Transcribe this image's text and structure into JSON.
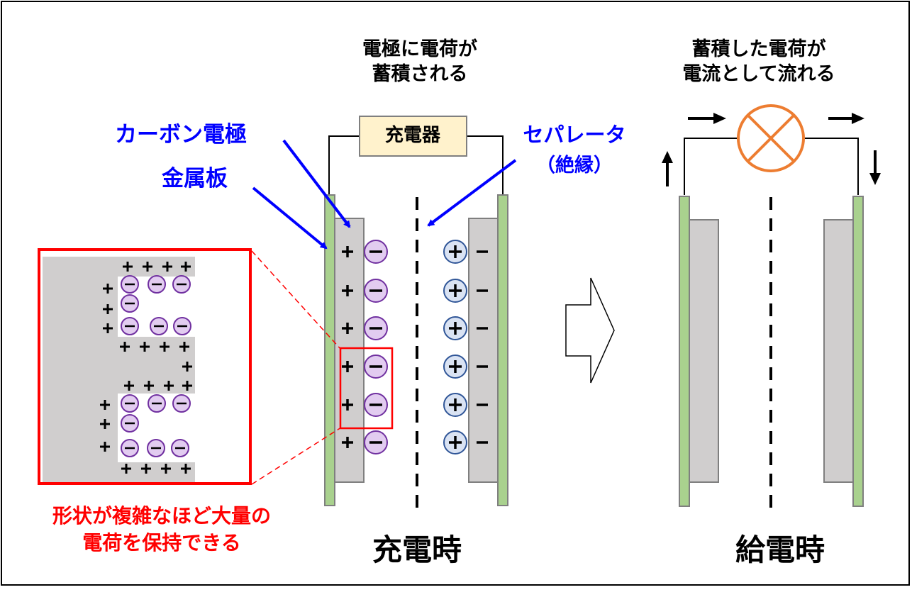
{
  "charging": {
    "top_caption_line1": "電極に電荷が",
    "top_caption_line2": "蓄積される",
    "charger_label": "充電器",
    "title": "充電時"
  },
  "labels": {
    "carbon_electrode": "カーボン電極",
    "metal_plate": "金属板",
    "separator": "セパレータ",
    "separator_note": "（絶縁）"
  },
  "zoom": {
    "caption_line1": "形状が複雑なほど大量の",
    "caption_line2": "電荷を保持できる"
  },
  "discharging": {
    "top_caption_line1": "蓄積した電荷が",
    "top_caption_line2": "電流として流れる",
    "title": "給電時"
  },
  "symbols": {
    "plus": "+",
    "minus": "−"
  },
  "colors": {
    "metal_plate": "#a9d18e",
    "carbon_electrode": "#d0cece",
    "charger_box": "#fff2cc",
    "negative_ion": "#e2ccf0",
    "positive_ion": "#dae3f3",
    "label_blue": "#0000ff",
    "zoom_red": "#ff0000",
    "lamp": "#ed7d31"
  }
}
